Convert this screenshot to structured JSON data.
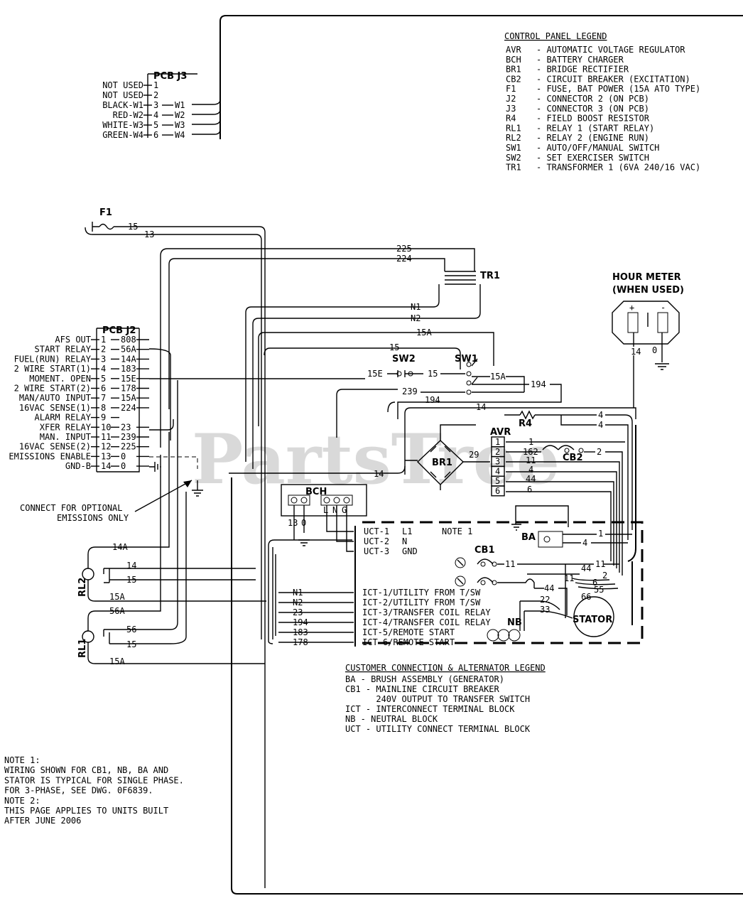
{
  "control_panel_legend": {
    "title": "CONTROL PANEL LEGEND",
    "items": [
      {
        "code": "AVR",
        "desc": "- AUTOMATIC VOLTAGE REGULATOR"
      },
      {
        "code": "BCH",
        "desc": "- BATTERY CHARGER"
      },
      {
        "code": "BR1",
        "desc": "- BRIDGE RECTIFIER"
      },
      {
        "code": "CB2",
        "desc": "- CIRCUIT BREAKER (EXCITATION)"
      },
      {
        "code": "F1",
        "desc": "- FUSE, BAT POWER (15A ATO TYPE)"
      },
      {
        "code": "J2",
        "desc": "- CONNECTOR 2 (ON PCB)"
      },
      {
        "code": "J3",
        "desc": "- CONNECTOR 3 (ON PCB)"
      },
      {
        "code": "R4",
        "desc": "- FIELD BOOST RESISTOR"
      },
      {
        "code": "RL1",
        "desc": "- RELAY 1 (START RELAY)"
      },
      {
        "code": "RL2",
        "desc": "- RELAY 2 (ENGINE RUN)"
      },
      {
        "code": "SW1",
        "desc": "- AUTO/OFF/MANUAL SWITCH"
      },
      {
        "code": "SW2",
        "desc": "- SET EXERCISER SWITCH"
      },
      {
        "code": "TR1",
        "desc": "- TRANSFORMER 1 (6VA 240/16 VAC)"
      }
    ]
  },
  "pcb_j3": {
    "title": "PCB J3",
    "rows": [
      {
        "label": "NOT USED",
        "pin": "1",
        "wire": ""
      },
      {
        "label": "NOT USED",
        "pin": "2",
        "wire": ""
      },
      {
        "label": "BLACK-W1",
        "pin": "3",
        "wire": "W1"
      },
      {
        "label": "RED-W2",
        "pin": "4",
        "wire": "W2"
      },
      {
        "label": "WHITE-W3",
        "pin": "5",
        "wire": "W3"
      },
      {
        "label": "GREEN-W4",
        "pin": "6",
        "wire": "W4"
      }
    ]
  },
  "pcb_j2": {
    "title": "PCB J2",
    "rows": [
      {
        "label": "AFS OUT",
        "pin": "1",
        "wire": "808"
      },
      {
        "label": "START RELAY",
        "pin": "2",
        "wire": "56A"
      },
      {
        "label": "FUEL(RUN) RELAY",
        "pin": "3",
        "wire": "14A"
      },
      {
        "label": "2 WIRE START(1)",
        "pin": "4",
        "wire": "183"
      },
      {
        "label": "MOMENT. OPEN",
        "pin": "5",
        "wire": "15E"
      },
      {
        "label": "2 WIRE START(2)",
        "pin": "6",
        "wire": "178"
      },
      {
        "label": "MAN/AUTO INPUT",
        "pin": "7",
        "wire": "15A"
      },
      {
        "label": "16VAC SENSE(1)",
        "pin": "8",
        "wire": "224"
      },
      {
        "label": "ALARM RELAY",
        "pin": "9",
        "wire": ""
      },
      {
        "label": "XFER RELAY",
        "pin": "10",
        "wire": "23"
      },
      {
        "label": "MAN. INPUT",
        "pin": "11",
        "wire": "239"
      },
      {
        "label": "16VAC SENSE(2)",
        "pin": "12",
        "wire": "225"
      },
      {
        "label": "EMISSIONS ENABLE",
        "pin": "13",
        "wire": "0"
      },
      {
        "label": "GND-B",
        "pin": "14",
        "wire": "0"
      }
    ]
  },
  "components": {
    "f1": "F1",
    "tr1": "TR1",
    "sw1": "SW1",
    "sw2": "SW2",
    "br1": "BR1",
    "r4": "R4",
    "avr": "AVR",
    "cb2": "CB2",
    "bch": "BCH",
    "cb1": "CB1",
    "ba": "BA",
    "nb": "NB",
    "stator": "STATOR",
    "rl1": "RL1",
    "rl2": "RL2"
  },
  "hour_meter": {
    "line1": "HOUR METER",
    "line2": "(WHEN USED)",
    "plus": "+",
    "minus": "-"
  },
  "wire_labels": {
    "w15": "15",
    "w13": "13",
    "w225": "225",
    "w224": "224",
    "wN1": "N1",
    "wN2": "N2",
    "w15A": "15A",
    "w15E": "15E",
    "w239": "239",
    "w194": "194",
    "w14": "14",
    "w4": "4",
    "w1": "1",
    "w162": "162",
    "w11": "11",
    "w44": "44",
    "w6": "6",
    "w2": "2",
    "w29": "29",
    "w14A": "14A",
    "w56A": "56A",
    "w56": "56",
    "w0": "0",
    "w22": "22",
    "w33": "33",
    "w55": "55",
    "w66": "66",
    "w23": "23",
    "w183": "183",
    "w178": "178"
  },
  "avr_pins": [
    "1",
    "2",
    "3",
    "4",
    "5",
    "6"
  ],
  "bch_terms": {
    "l": "L",
    "n": "N",
    "g": "G"
  },
  "uct": [
    {
      "label": "UCT-1",
      "sig": "L1"
    },
    {
      "label": "UCT-2",
      "sig": "N"
    },
    {
      "label": "UCT-3",
      "sig": "GND"
    }
  ],
  "ict": [
    {
      "wire": "N1",
      "label": "ICT-1/UTILITY FROM T/SW"
    },
    {
      "wire": "N2",
      "label": "ICT-2/UTILITY FROM T/SW"
    },
    {
      "wire": "23",
      "label": "ICT-3/TRANSFER COIL RELAY"
    },
    {
      "wire": "194",
      "label": "ICT-4/TRANSFER COIL RELAY"
    },
    {
      "wire": "183",
      "label": "ICT-5/REMOTE START"
    },
    {
      "wire": "178",
      "label": "ICT-6/REMOTE START"
    }
  ],
  "note1_box": "NOTE 1",
  "connect_note": {
    "line1": "CONNECT FOR OPTIONAL",
    "line2": "EMISSIONS ONLY"
  },
  "customer_legend": {
    "title": "CUSTOMER CONNECTION & ALTERNATOR LEGEND",
    "lines": [
      "BA - BRUSH ASSEMBLY (GENERATOR)",
      "CB1 - MAINLINE CIRCUIT BREAKER",
      "      240V OUTPUT TO TRANSFER SWITCH",
      "ICT - INTERCONNECT TERMINAL BLOCK",
      "NB - NEUTRAL BLOCK",
      "UCT - UTILITY CONNECT TERMINAL BLOCK"
    ]
  },
  "notes": [
    "NOTE 1:",
    "WIRING SHOWN FOR CB1, NB, BA AND",
    "STATOR IS TYPICAL FOR SINGLE PHASE.",
    "FOR 3-PHASE, SEE DWG. 0F6839.",
    "NOTE 2:",
    "THIS PAGE APPLIES TO UNITS BUILT",
    "AFTER JUNE 2006"
  ],
  "watermark": "PartsTree"
}
